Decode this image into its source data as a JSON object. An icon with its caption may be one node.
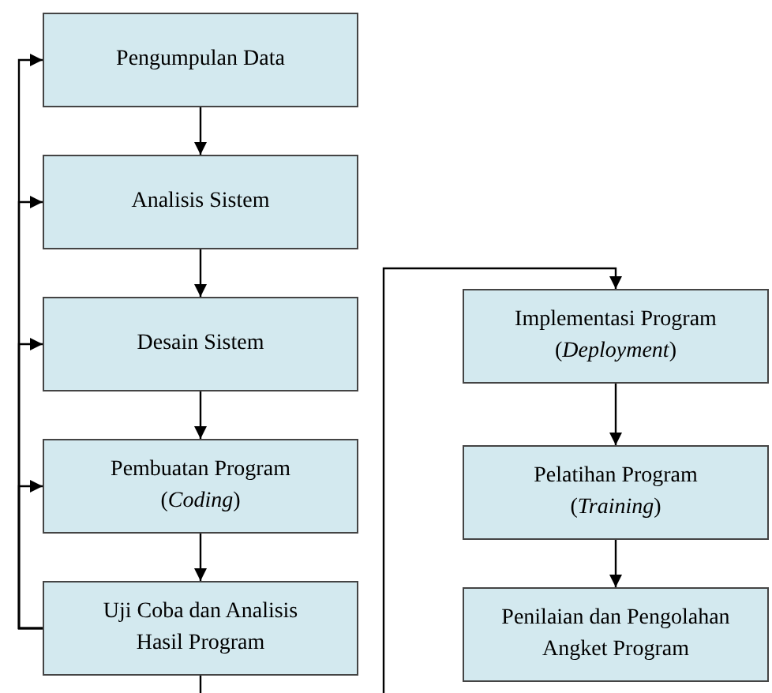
{
  "diagram": {
    "nodes": [
      {
        "text": [
          "Pengumpulan Data"
        ]
      },
      {
        "text": [
          "Analisis Sistem"
        ]
      },
      {
        "text": [
          "Desain Sistem"
        ]
      },
      {
        "text": [
          "Pembuatan Program (*Coding*)"
        ]
      },
      {
        "text": [
          "Uji Coba dan Analisis Hasil Program"
        ]
      },
      {
        "text": [
          "Implementasi Program (*Deployment*)"
        ]
      },
      {
        "text": [
          "Pelatihan Program (*Training*)"
        ]
      },
      {
        "text": [
          "Penilaian dan Pengolahan Angket Program"
        ]
      }
    ],
    "edges": [
      {
        "from": 0,
        "to": 1,
        "arrow": "to"
      },
      {
        "from": 1,
        "to": 2,
        "arrow": "to"
      },
      {
        "from": 2,
        "to": 3,
        "arrow": "to"
      },
      {
        "from": 3,
        "to": 4,
        "arrow": "to"
      },
      {
        "from": 4,
        "to": 0,
        "arrow": "to"
      },
      {
        "from": 4,
        "to": 1,
        "arrow": "to"
      },
      {
        "from": 4,
        "to": 2,
        "arrow": "to"
      },
      {
        "from": 4,
        "to": 3,
        "arrow": "to"
      },
      {
        "from": 4,
        "to": null,
        "arrow": "none"
      },
      {
        "from": null,
        "to": 5,
        "arrow": "to"
      },
      {
        "from": 5,
        "to": 6,
        "arrow": "to"
      },
      {
        "from": 6,
        "to": 7,
        "arrow": "to"
      }
    ]
  }
}
